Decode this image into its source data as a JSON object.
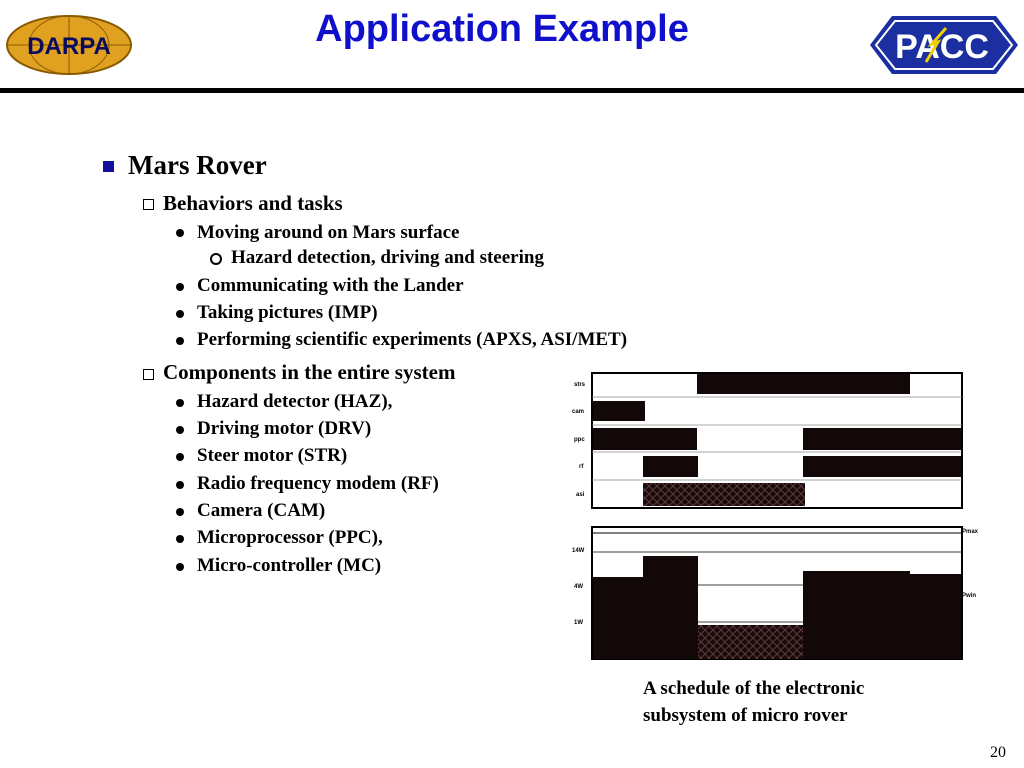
{
  "slide": {
    "title": "Application Example",
    "page_number": "20",
    "logo_left_text": "DARPA",
    "logo_right_text": "PACC"
  },
  "bullets": {
    "mars_rover": "Mars Rover",
    "behaviors": "Behaviors and tasks",
    "moving": "Moving around on Mars surface",
    "hazard_steer": "Hazard detection, driving and steering",
    "communicating": "Communicating with the Lander",
    "pictures": "Taking pictures (IMP)",
    "experiments": "Performing scientific experiments (APXS, ASI/MET)",
    "components": "Components in the entire system",
    "haz": "Hazard detector (HAZ),",
    "drv": "Driving motor (DRV)",
    "str": "Steer motor (STR)",
    "rf": "Radio frequency modem (RF)",
    "cam": "Camera (CAM)",
    "ppc": "Microprocessor (PPC),",
    "mc": "Micro-controller (MC)"
  },
  "figure": {
    "caption_line1": "A schedule of the electronic",
    "caption_line2": "subsystem of micro rover",
    "gantt_labels": [
      "strs",
      "cam",
      "ppc",
      "rf",
      "asi"
    ],
    "power_labels": [
      "14W",
      "4W",
      "1W",
      "Pmax",
      "Pwin"
    ]
  },
  "colors": {
    "title_blue": "#1010cc",
    "bullet_blue": "#101098",
    "bar": "#120808"
  }
}
